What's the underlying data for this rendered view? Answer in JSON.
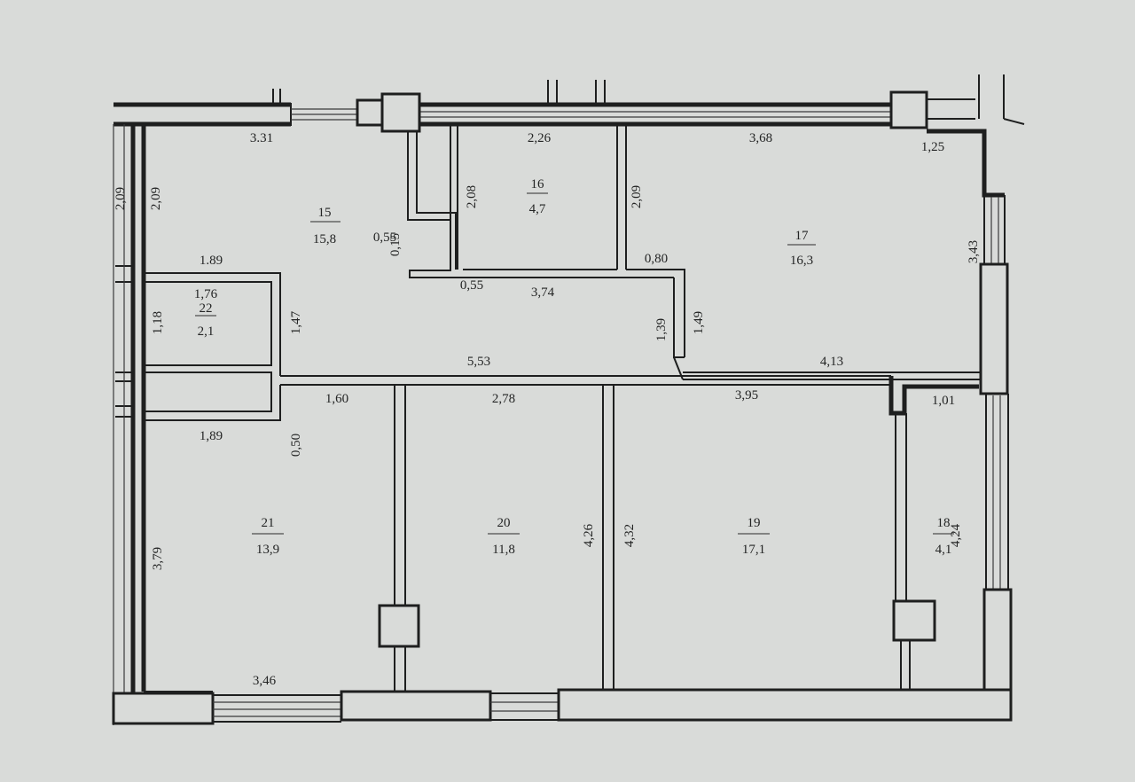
{
  "rooms": [
    {
      "id": "15",
      "area": "15,8"
    },
    {
      "id": "16",
      "area": "4,7"
    },
    {
      "id": "17",
      "area": "16,3"
    },
    {
      "id": "22",
      "area": "2,1"
    },
    {
      "id": "21",
      "area": "13,9"
    },
    {
      "id": "20",
      "area": "11,8"
    },
    {
      "id": "19",
      "area": "17,1"
    },
    {
      "id": "18",
      "area": "4,1"
    }
  ],
  "dimensions": [
    "3.31",
    "2,26",
    "3,68",
    "1,25",
    "2,09",
    "2,09",
    "2,08",
    "2,09",
    "0,55",
    "0,15",
    "1.89",
    "1,76",
    "1,18",
    "1,47",
    "0,55",
    "3,74",
    "0,80",
    "1,39",
    "1,49",
    "3,43",
    "5,53",
    "4,13",
    "1,60",
    "2,78",
    "3,95",
    "1,01",
    "1,89",
    "0,50",
    "3,79",
    "4,26",
    "4,32",
    "4,24",
    "3,46"
  ]
}
